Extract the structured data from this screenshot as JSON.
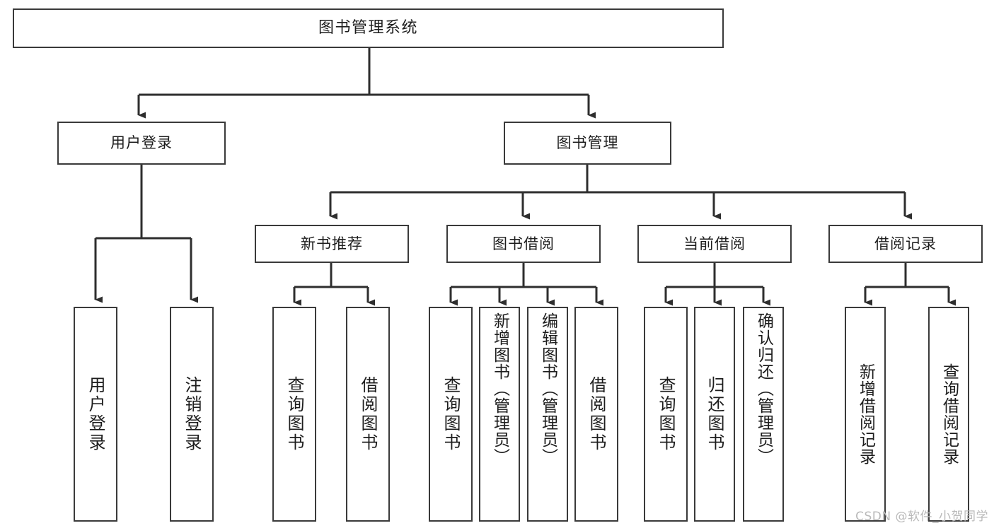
{
  "diagram": {
    "title": "图书管理系统",
    "type": "tree-hierarchy-chart",
    "root": {
      "label": "图书管理系统"
    },
    "level2": [
      {
        "label": "用户登录"
      },
      {
        "label": "图书管理"
      }
    ],
    "level3": [
      {
        "label": "新书推荐"
      },
      {
        "label": "图书借阅"
      },
      {
        "label": "当前借阅"
      },
      {
        "label": "借阅记录"
      }
    ],
    "leaves": {
      "user_login": [
        {
          "label": "用户登录"
        },
        {
          "label": "注销登录"
        }
      ],
      "new_book_recommend": [
        {
          "label": "查询图书"
        },
        {
          "label": "借阅图书"
        }
      ],
      "book_borrow": [
        {
          "label": "查询图书"
        },
        {
          "label": "新增图书（管理员）"
        },
        {
          "label": "编辑图书（管理员）"
        },
        {
          "label": "借阅图书"
        }
      ],
      "current_borrow": [
        {
          "label": "查询图书"
        },
        {
          "label": "归还图书"
        },
        {
          "label": "确认归还（管理员）"
        }
      ],
      "borrow_record": [
        {
          "label": "新增借阅记录"
        },
        {
          "label": "查询借阅记录"
        }
      ]
    }
  },
  "watermark": {
    "text": "CSDN @软件_小贺同学"
  },
  "colors": {
    "background": "#ffffff",
    "box_border": "#3a3a3a",
    "box_fill": "#ffffff",
    "text": "#1d1d1d",
    "connector": "#2e2e2e",
    "watermark": "#b9b9b9"
  }
}
